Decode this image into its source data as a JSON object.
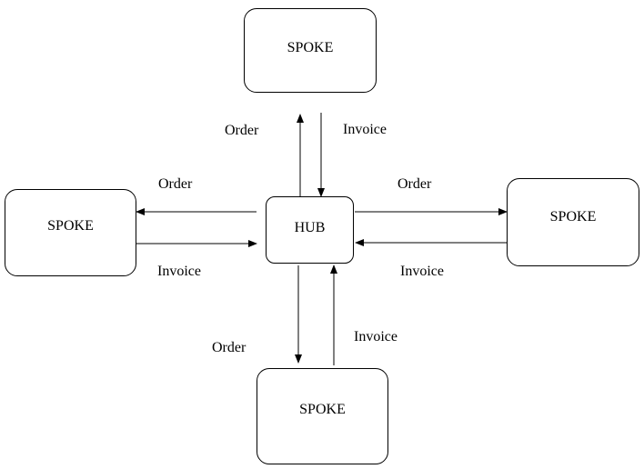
{
  "nodes": {
    "top": "SPOKE",
    "left": "SPOKE",
    "hub": "HUB",
    "right": "SPOKE",
    "bottom": "SPOKE"
  },
  "edges": {
    "hub_to_top": "Order",
    "top_to_hub": "Invoice",
    "hub_to_left": "Order",
    "left_to_hub": "Invoice",
    "hub_to_right": "Order",
    "right_to_hub": "Invoice",
    "hub_to_bottom": "Order",
    "bottom_to_hub": "Invoice"
  },
  "colors": {
    "stroke": "#000000",
    "background": "#ffffff"
  }
}
